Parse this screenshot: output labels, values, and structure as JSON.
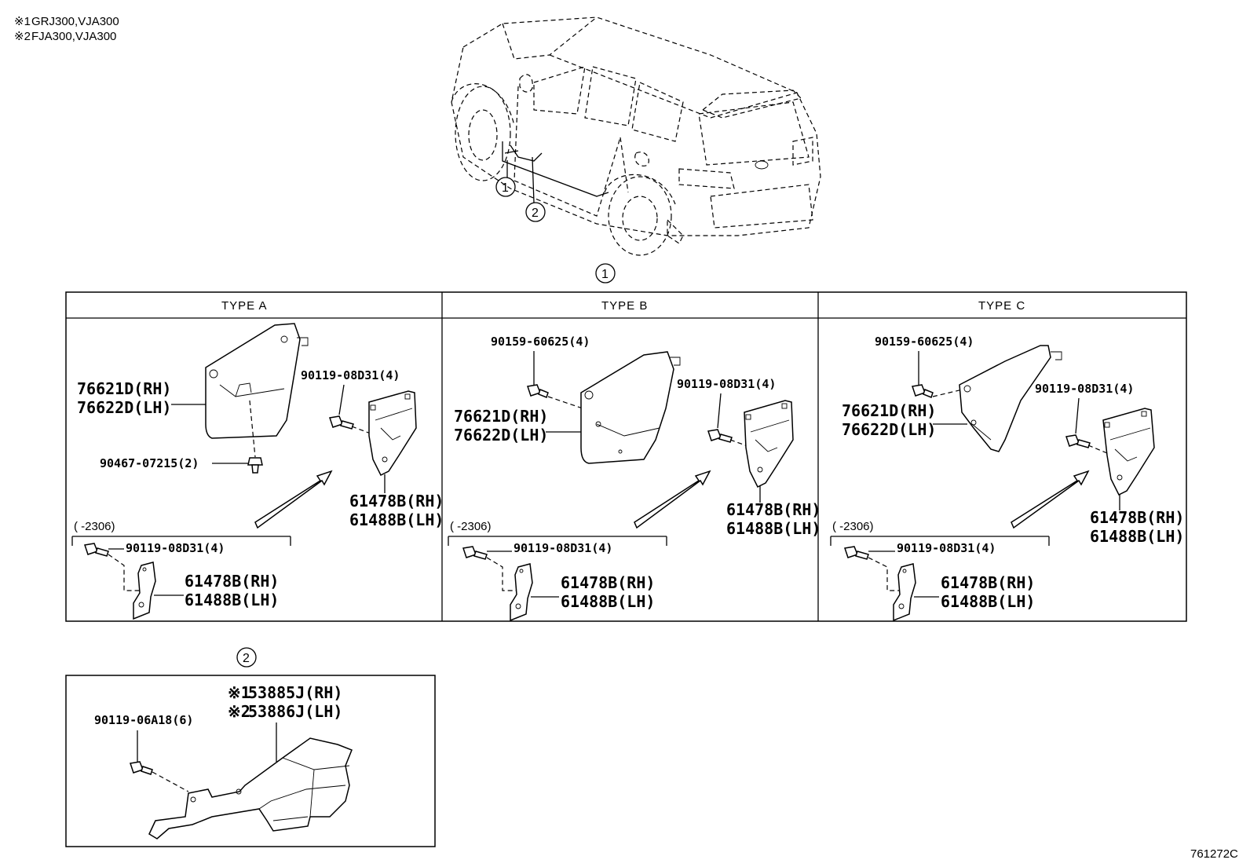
{
  "notes": [
    {
      "mark": "※1",
      "text": "GRJ300,VJA300"
    },
    {
      "mark": "※2",
      "text": "FJA300,VJA300"
    }
  ],
  "callouts": {
    "c1": "1",
    "c2": "2"
  },
  "section1": {
    "label": "1",
    "types": [
      {
        "title": "TYPE A",
        "top_clip": "",
        "mudguard": [
          "76621D(RH)",
          "76622D(LH)"
        ],
        "clip": "90467-07215(2)",
        "bolt": "90119-08D31(4)",
        "bracket": [
          "61478B(RH)",
          "61488B(LH)"
        ],
        "lower_range": "(      -2306)",
        "lower_bolt": "90119-08D31(4)",
        "lower_bracket": [
          "61478B(RH)",
          "61488B(LH)"
        ]
      },
      {
        "title": "TYPE B",
        "top_clip": "90159-60625(4)",
        "mudguard": [
          "76621D(RH)",
          "76622D(LH)"
        ],
        "clip": "",
        "bolt": "90119-08D31(4)",
        "bracket": [
          "61478B(RH)",
          "61488B(LH)"
        ],
        "lower_range": "(      -2306)",
        "lower_bolt": "90119-08D31(4)",
        "lower_bracket": [
          "61478B(RH)",
          "61488B(LH)"
        ]
      },
      {
        "title": "TYPE C",
        "top_clip": "90159-60625(4)",
        "mudguard": [
          "76621D(RH)",
          "76622D(LH)"
        ],
        "clip": "",
        "bolt": "90119-08D31(4)",
        "bracket": [
          "61478B(RH)",
          "61488B(LH)"
        ],
        "lower_range": "(      -2306)",
        "lower_bolt": "90119-08D31(4)",
        "lower_bracket": [
          "61478B(RH)",
          "61488B(LH)"
        ]
      }
    ]
  },
  "section2": {
    "label": "2",
    "bolt": "90119-06A18(6)",
    "parts": [
      {
        "mark": "※1",
        "text": "53885J(RH)"
      },
      {
        "mark": "※2",
        "text": "53886J(LH)"
      }
    ]
  },
  "figure_code": "761272C"
}
